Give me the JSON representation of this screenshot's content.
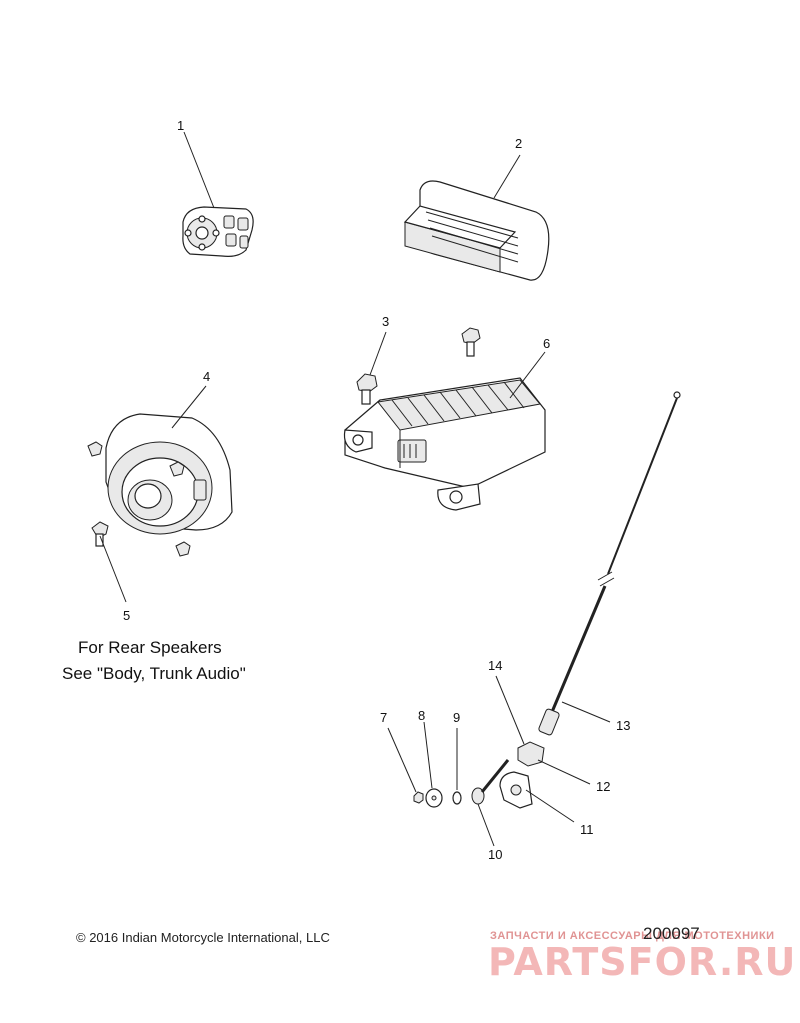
{
  "callouts": [
    "1",
    "2",
    "3",
    "4",
    "5",
    "6",
    "7",
    "8",
    "9",
    "10",
    "11",
    "12",
    "13",
    "14"
  ],
  "notes": {
    "line1": "For Rear Speakers",
    "line2": "See \"Body, Trunk Audio\""
  },
  "footer": {
    "copyright": "© 2016 Indian Motorcycle International, LLC",
    "drawing_number": "200097"
  },
  "watermark": {
    "tagline": "ЗАПЧАСТИ И АКСЕССУАРЫ ДЛЯ МОТОТЕХНИКИ",
    "brand": "PARTSFOR.RU"
  },
  "colors": {
    "linework": "#222222",
    "watermark": "#f3b7b7"
  }
}
